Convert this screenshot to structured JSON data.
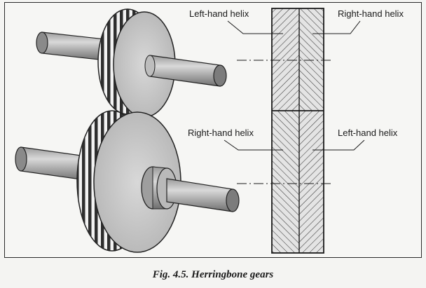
{
  "labels": {
    "top_left": "Left-hand helix",
    "top_right": "Right-hand helix",
    "bottom_left": "Right-hand helix",
    "bottom_right": "Left-hand helix"
  },
  "caption": "Fig. 4.5. Herringbone gears"
}
